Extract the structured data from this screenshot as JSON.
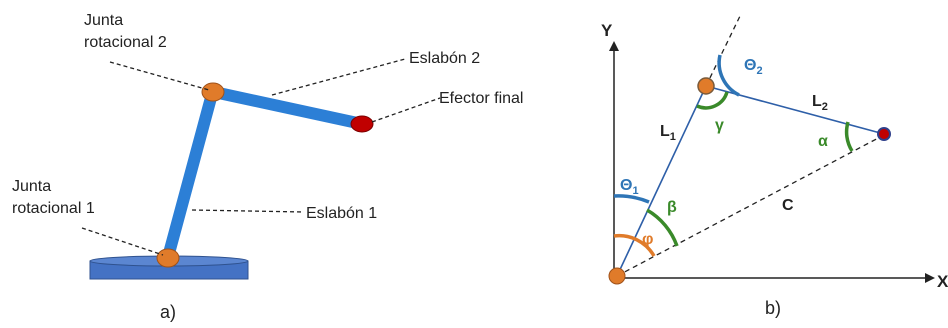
{
  "panel_a": {
    "caption": "a)",
    "labels": {
      "joint2_line1": "Junta",
      "joint2_line2": "rotacional 2",
      "link2": "Eslabón 2",
      "end_effector": "Efector final",
      "joint1_line1": "Junta",
      "joint1_line2": "rotacional 1",
      "link1": "Eslabón 1"
    }
  },
  "panel_b": {
    "caption": "b)",
    "axes": {
      "y": "Y",
      "x": "X"
    },
    "lengths": {
      "l1": {
        "base": "L",
        "sub": "1"
      },
      "l2": {
        "base": "L",
        "sub": "2"
      },
      "c": "C"
    },
    "angles": {
      "theta1": {
        "base": "Θ",
        "sub": "1"
      },
      "theta2": {
        "base": "Θ",
        "sub": "2"
      },
      "beta": "β",
      "phi": "φ",
      "gamma": "γ",
      "alpha": "α"
    }
  },
  "colors": {
    "link": "#2c7fd6",
    "base_platform": "#4472c4",
    "joint": "#e07b2a",
    "end_effector": "#c00000",
    "angle_blue": "#2e75b6",
    "angle_green": "#3a8a2a",
    "angle_orange": "#e07b2a"
  }
}
